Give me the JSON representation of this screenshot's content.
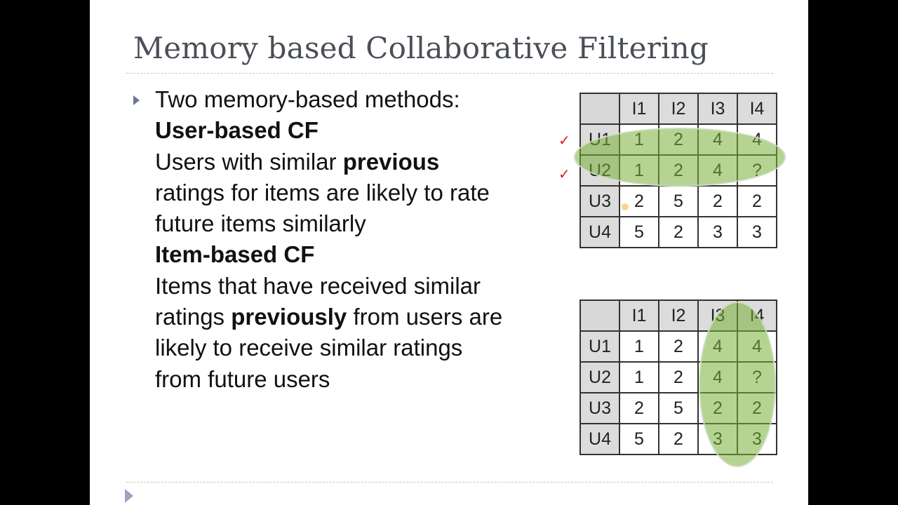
{
  "slide": {
    "title": "Memory based Collaborative Filtering",
    "body_lines": [
      [
        {
          "t": "Two memory-based methods:",
          "b": false
        }
      ],
      [
        {
          "t": "User-based CF",
          "b": true
        }
      ],
      [
        {
          "t": "Users with similar ",
          "b": false
        },
        {
          "t": "previous",
          "b": true
        }
      ],
      [
        {
          "t": "ratings for items are likely to rate",
          "b": false
        }
      ],
      [
        {
          "t": "future items similarly",
          "b": false
        }
      ],
      [
        {
          "t": "Item-based CF",
          "b": true
        }
      ],
      [
        {
          "t": "Items that have received similar",
          "b": false
        }
      ],
      [
        {
          "t": "ratings ",
          "b": false
        },
        {
          "t": "previously",
          "b": true
        },
        {
          "t": " from users are",
          "b": false
        }
      ],
      [
        {
          "t": "likely to receive similar ratings",
          "b": false
        }
      ],
      [
        {
          "t": "from future users",
          "b": false
        }
      ]
    ]
  },
  "tables": {
    "columns": [
      "I1",
      "I2",
      "I3",
      "I4"
    ],
    "rows": [
      {
        "label": "U1",
        "values": [
          "1",
          "2",
          "4",
          "4"
        ]
      },
      {
        "label": "U2",
        "values": [
          "1",
          "2",
          "4",
          "?"
        ]
      },
      {
        "label": "U3",
        "values": [
          "2",
          "5",
          "2",
          "2"
        ]
      },
      {
        "label": "U4",
        "values": [
          "5",
          "2",
          "3",
          "3"
        ]
      }
    ]
  },
  "colors": {
    "highlight": "#7daf37",
    "annotation": "#e01818",
    "title": "#4a4f57"
  }
}
